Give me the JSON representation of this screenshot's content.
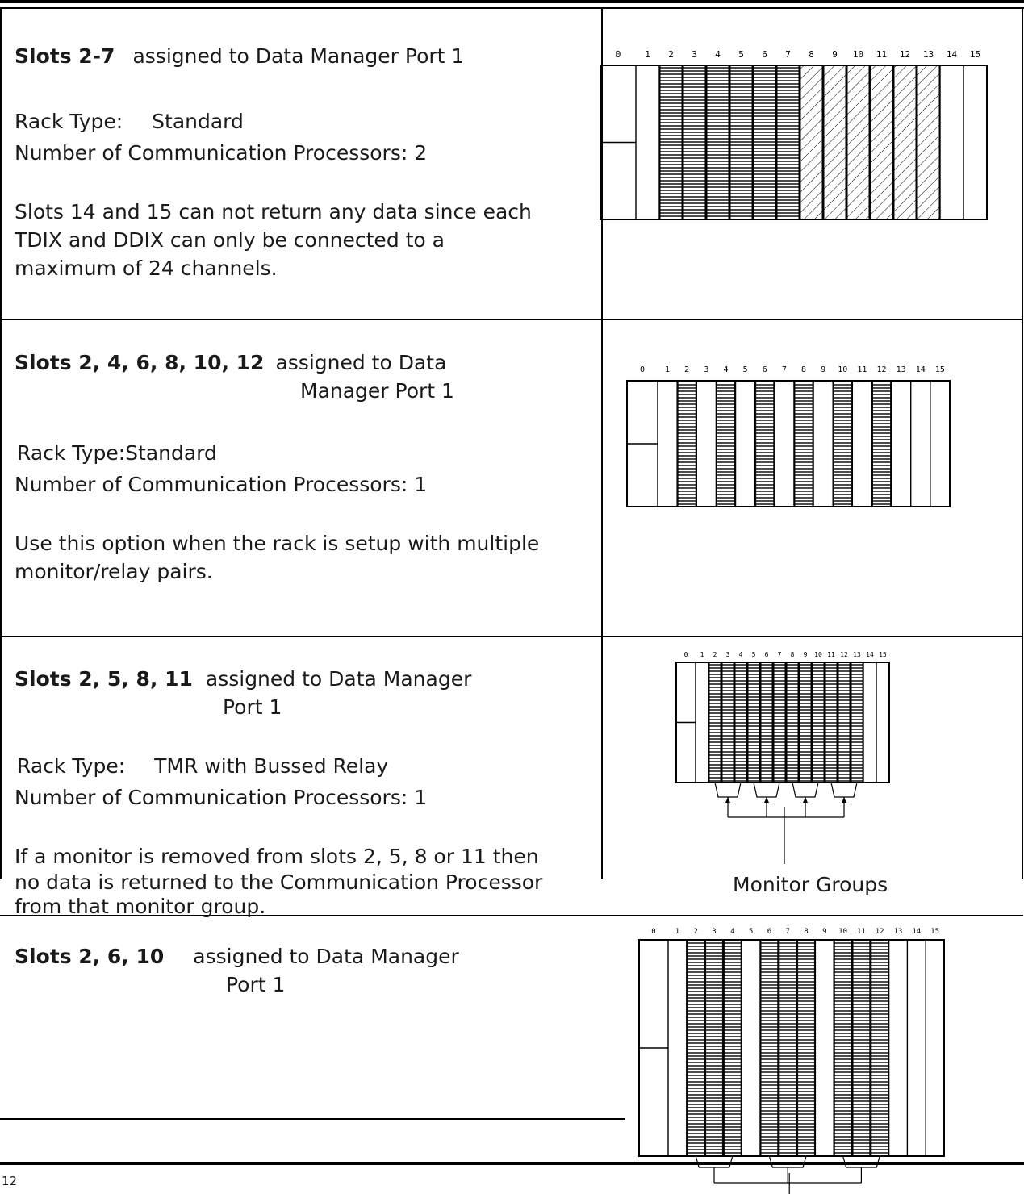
{
  "rows": [
    {
      "heading_bold": "Slots 2-7",
      "heading_rest": "assigned to Data Manager Port 1",
      "heading_cont": "",
      "rack_label": "Rack Type:",
      "rack_value": "Standard",
      "comm_text": "Number of Communication Processors:  2",
      "note_lines": [
        "Slots 14 and 15 can not return any data since each",
        "TDIX and DDIX can only be connected to a",
        "maximum of 24 channels."
      ]
    },
    {
      "heading_bold": "Slots 2, 4, 6, 8, 10, 12",
      "heading_rest": "assigned to Data",
      "heading_cont": "Manager Port 1",
      "rack_label": "Rack Type:",
      "rack_value": "Standard",
      "comm_text": "Number of Communication Processors:  1",
      "note_lines": [
        "Use this option when the rack is setup with multiple",
        "monitor/relay pairs."
      ]
    },
    {
      "heading_bold": "Slots 2, 5, 8, 11",
      "heading_rest": "assigned to Data Manager",
      "heading_cont": "Port 1",
      "rack_label": "Rack Type:",
      "rack_value": "TMR with Bussed Relay",
      "comm_text": "Number of Communication Processors:  1",
      "note_lines": [
        "If a monitor is removed from slots 2, 5, 8 or 11 then",
        "no data is returned to the Communication Processor",
        "from that monitor group."
      ],
      "diagram_caption": "Monitor Groups"
    },
    {
      "heading_bold": "Slots 2, 6, 10",
      "heading_rest": "assigned to Data Manager",
      "heading_cont": "Port 1"
    }
  ],
  "slot_numbers": [
    "0",
    "1",
    "2",
    "3",
    "4",
    "5",
    "6",
    "7",
    "8",
    "9",
    "10",
    "11",
    "12",
    "13",
    "14",
    "15"
  ],
  "page_number": "12"
}
